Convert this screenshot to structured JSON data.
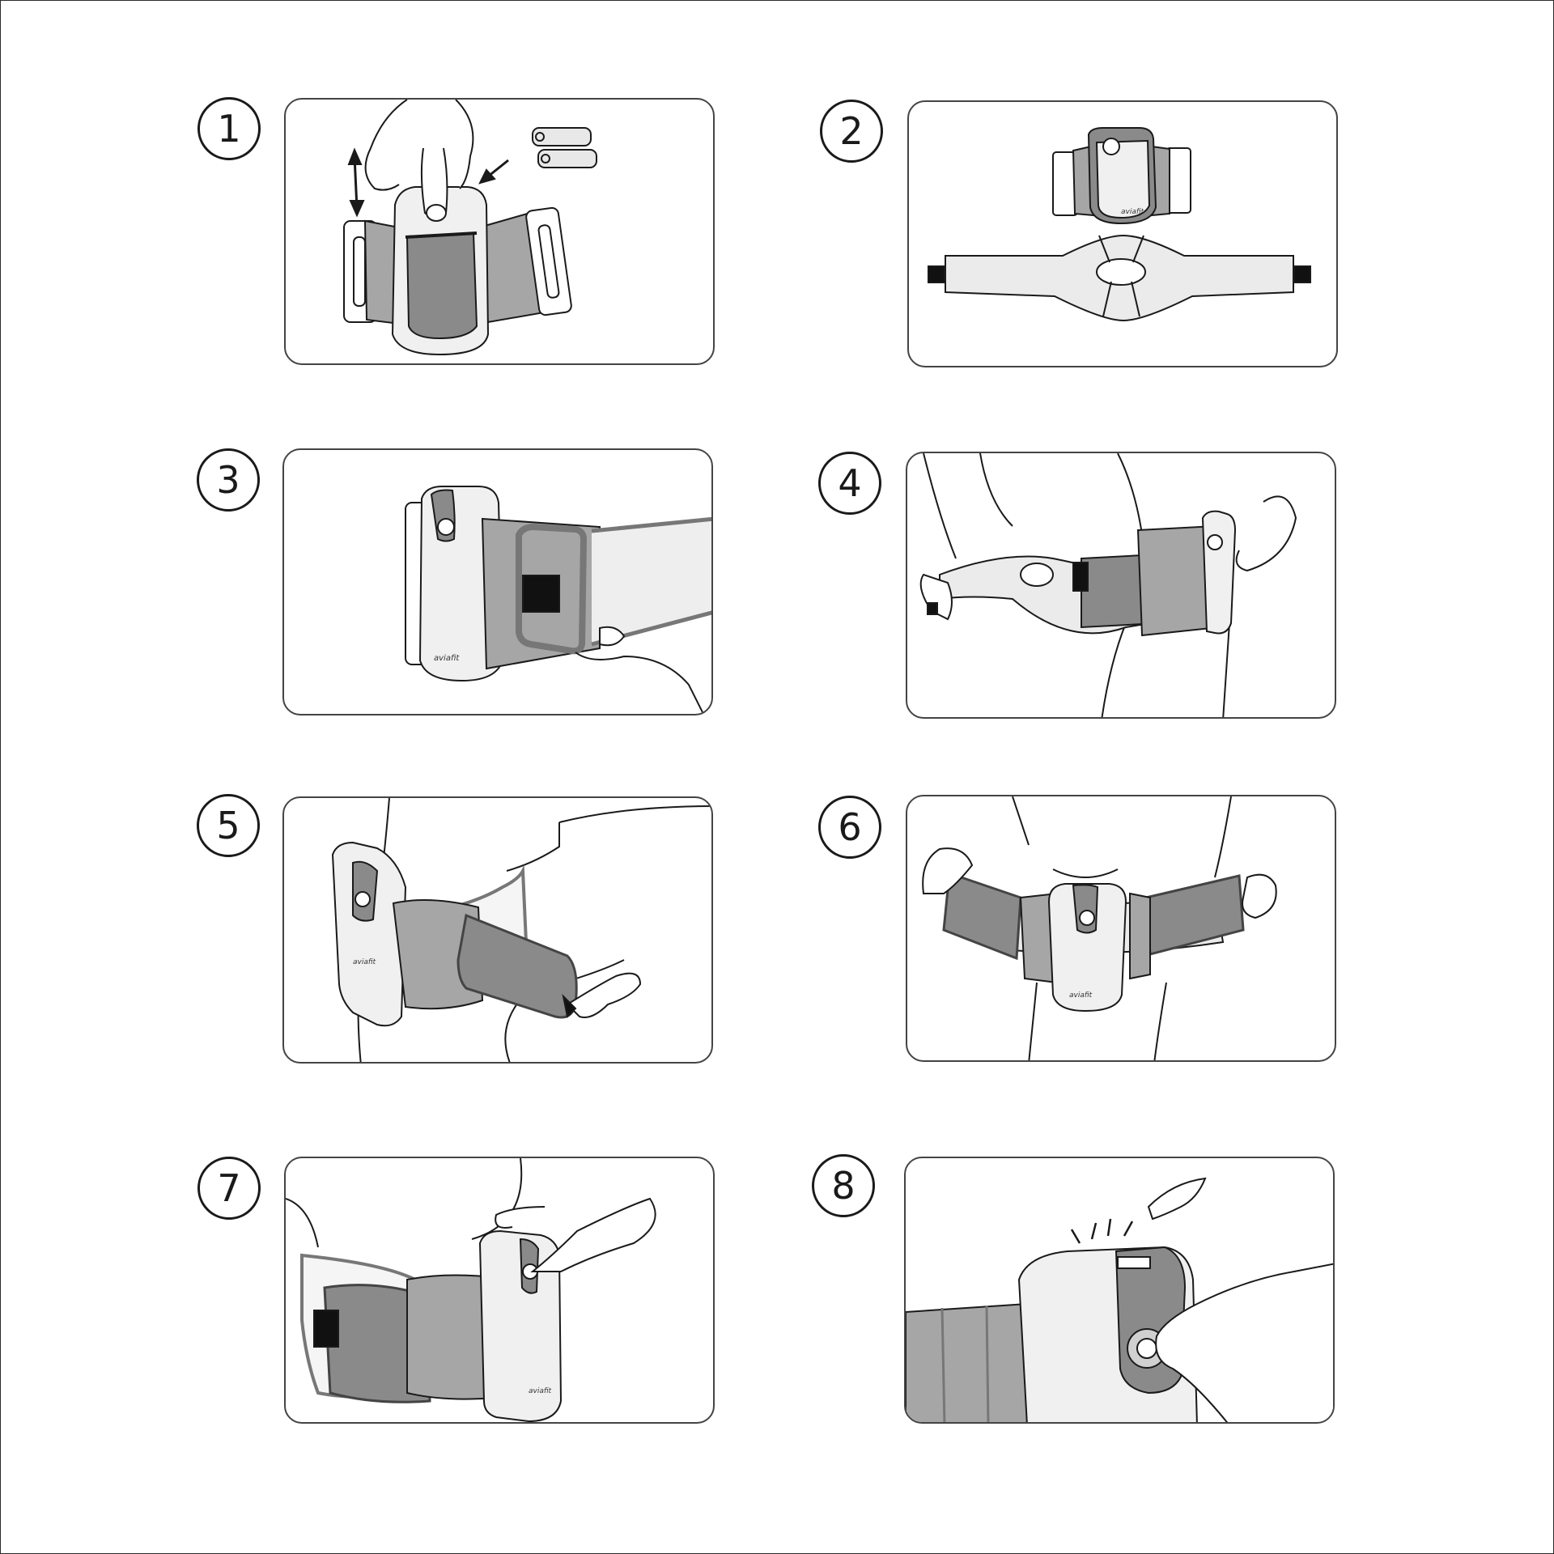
{
  "steps": [
    {
      "number": "1",
      "illustration": "insert-batteries"
    },
    {
      "number": "2",
      "illustration": "device-and-belt"
    },
    {
      "number": "3",
      "illustration": "thread-strap-through-buckle"
    },
    {
      "number": "4",
      "illustration": "wrap-belt-around-thigh"
    },
    {
      "number": "5",
      "illustration": "pull-strap-tight"
    },
    {
      "number": "6",
      "illustration": "fasten-both-straps"
    },
    {
      "number": "7",
      "illustration": "secure-velcro-press-button"
    },
    {
      "number": "8",
      "illustration": "press-power-button"
    }
  ],
  "brand_mark": "aviafit",
  "colors": {
    "outline": "#1a1a1a",
    "panel_border": "#444444",
    "strap_gray": "#a6a6a6",
    "strap_dark": "#7a7a7a",
    "device_light": "#e8e8e8",
    "velcro": "#111111"
  }
}
